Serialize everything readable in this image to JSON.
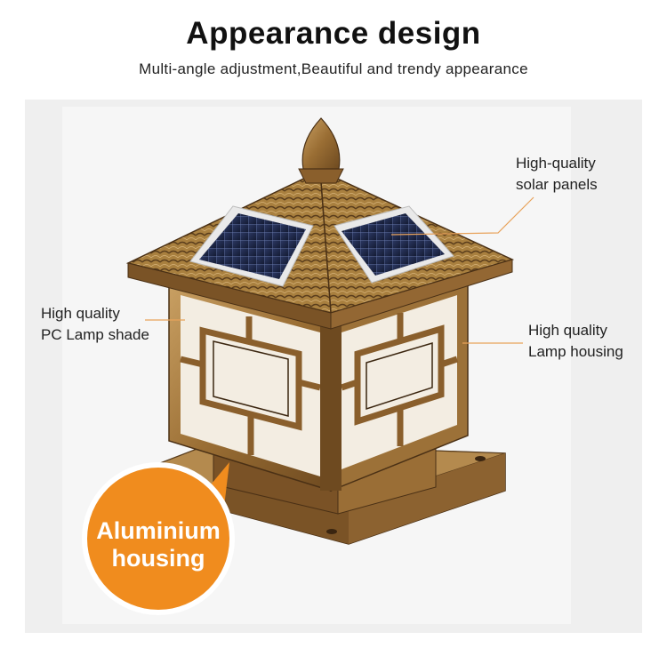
{
  "header": {
    "title": "Appearance design",
    "subtitle": "Multi-angle adjustment,Beautiful and trendy appearance"
  },
  "callouts": {
    "solar": [
      "High-quality",
      "solar panels"
    ],
    "shade": [
      "High quality",
      "PC Lamp shade"
    ],
    "housing": [
      "High quality",
      "Lamp housing"
    ]
  },
  "badge": {
    "line1": "Aluminium",
    "line2": "housing"
  },
  "colors": {
    "bronze": "#a87c3f",
    "bronze_dark": "#5a3d1c",
    "badge_orange": "#f08c1e",
    "leader_line": "#e8a25a",
    "stage_bg": "#efefef"
  }
}
